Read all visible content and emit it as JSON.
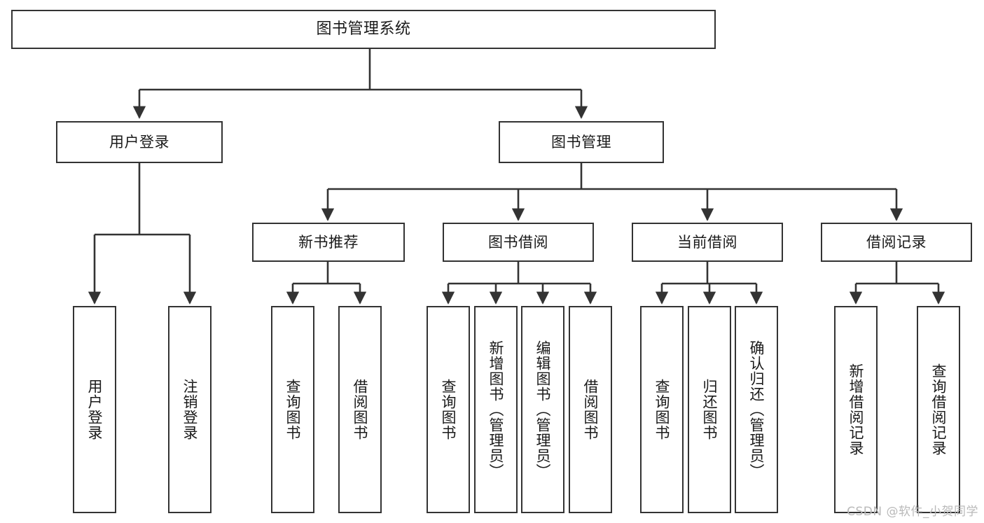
{
  "diagram": {
    "type": "tree",
    "title_node": {
      "id": "root",
      "label": "图书管理系统"
    },
    "level2": [
      {
        "id": "user-login",
        "label": "用户登录"
      },
      {
        "id": "book-manage",
        "label": "图书管理"
      }
    ],
    "level3": [
      {
        "id": "new-book-recommend",
        "label": "新书推荐",
        "parent": "book-manage"
      },
      {
        "id": "book-borrow",
        "label": "图书借阅",
        "parent": "book-manage"
      },
      {
        "id": "current-borrow",
        "label": "当前借阅",
        "parent": "book-manage"
      },
      {
        "id": "borrow-record",
        "label": "借阅记录",
        "parent": "book-manage"
      }
    ],
    "leaves": [
      {
        "id": "leaf-user-login",
        "label": "用户登录",
        "parent": "user-login"
      },
      {
        "id": "leaf-logout-login",
        "label": "注销登录",
        "parent": "user-login"
      },
      {
        "id": "leaf-query-book-1",
        "label": "查询图书",
        "parent": "new-book-recommend"
      },
      {
        "id": "leaf-borrow-book-1",
        "label": "借阅图书",
        "parent": "new-book-recommend"
      },
      {
        "id": "leaf-query-book-2",
        "label": "查询图书",
        "parent": "book-borrow"
      },
      {
        "id": "leaf-add-book",
        "label": "新增图书（管理员）",
        "parent": "book-borrow"
      },
      {
        "id": "leaf-edit-book",
        "label": "编辑图书（管理员）",
        "parent": "book-borrow"
      },
      {
        "id": "leaf-borrow-book-2",
        "label": "借阅图书",
        "parent": "book-borrow"
      },
      {
        "id": "leaf-query-book-3",
        "label": "查询图书",
        "parent": "current-borrow"
      },
      {
        "id": "leaf-return-book",
        "label": "归还图书",
        "parent": "current-borrow"
      },
      {
        "id": "leaf-confirm-return",
        "label": "确认归还（管理员）",
        "parent": "current-borrow"
      },
      {
        "id": "leaf-add-record",
        "label": "新增借阅记录",
        "parent": "borrow-record"
      },
      {
        "id": "leaf-query-record",
        "label": "查询借阅记录",
        "parent": "borrow-record"
      }
    ],
    "colors": {
      "box_border": "#333333",
      "box_fill": "#ffffff",
      "connector": "#333333",
      "text": "#1a1a1a",
      "watermark": "#b9b9b9"
    }
  },
  "watermark": {
    "text": "CSDN @软件_小贺同学"
  }
}
